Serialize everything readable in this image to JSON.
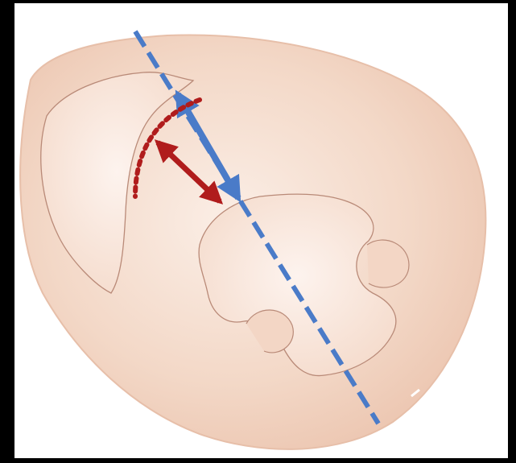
{
  "figure": {
    "description_visible_text": "",
    "colors": {
      "background": "#ffffff",
      "outer_border": "#000000",
      "tissue_fill": "#f2d3c1",
      "tissue_highlight": "#fbeee6",
      "tissue_outline": "#b98a78",
      "axis_line": "#4a7bc8",
      "measurement_arrow": "#b01c1c"
    },
    "elements": [
      {
        "name": "heart-section",
        "kind": "anatomical-cross-section"
      },
      {
        "name": "axis-dashed-line",
        "kind": "dashed-line",
        "color": "axis_line"
      },
      {
        "name": "blue-double-arrow",
        "kind": "double-headed-arrow",
        "color": "axis_line"
      },
      {
        "name": "red-double-arrow",
        "kind": "double-headed-arrow",
        "color": "measurement_arrow"
      },
      {
        "name": "red-dotted-arc",
        "kind": "dotted-curve",
        "color": "measurement_arrow"
      }
    ]
  }
}
